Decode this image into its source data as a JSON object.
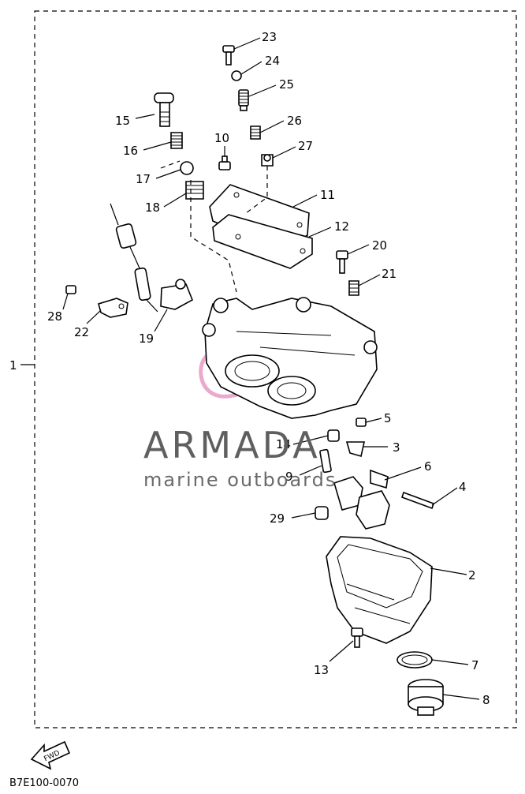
{
  "diagram": {
    "border_number": "1",
    "code": "B7E100-0070",
    "fwd_label": "FWD",
    "callouts": [
      "2",
      "3",
      "4",
      "5",
      "6",
      "7",
      "8",
      "9",
      "10",
      "11",
      "12",
      "13",
      "14",
      "15",
      "16",
      "17",
      "18",
      "19",
      "20",
      "21",
      "22",
      "23",
      "24",
      "25",
      "26",
      "27",
      "28",
      "29"
    ]
  },
  "watermark": {
    "brand": "ARMADA",
    "tagline": "marine outboards",
    "logo_color": "#e79ac4"
  }
}
